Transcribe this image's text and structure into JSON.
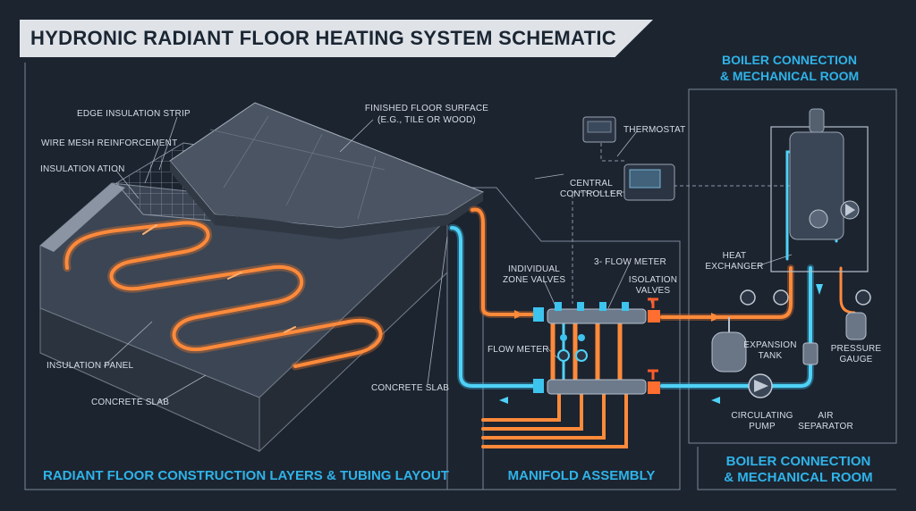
{
  "title": "HYDRONIC RADIANT FLOOR HEATING SYSTEM SCHEMATIC",
  "sections": {
    "left": "RADIANT FLOOR CONSTRUCTION LAYERS & TUBING LAYOUT",
    "middle": "MANIFOLD ASSEMBLY",
    "right_bottom_line1": "BOILER CONNECTION",
    "right_bottom_line2": "& MECHANICAL ROOM",
    "right_top_line1": "BOILER CONNECTION",
    "right_top_line2": "& MECHANICAL ROOM"
  },
  "labels": {
    "edge_insulation": "EDGE INSULATION STRIP",
    "wire_mesh": "WIRE MESH REINFORCEMENT",
    "insulation": "INSULATION ATION",
    "finished_floor_1": "FINISHED FLOOR SURFACE",
    "finished_floor_2": "(E.G., TILE OR WOOD)",
    "insulation_panel": "INSULATION PANEL",
    "concrete_slab_left": "CONCRETE SLAB",
    "concrete_slab_right": "CONCRETE SLAB",
    "thermostat": "THERMOSTAT",
    "central_controller_1": "CENTRAL",
    "central_controller_2": "CONTROLLER",
    "zone_valves_1": "INDIVIDUAL",
    "zone_valves_2": "ZONE VALVES",
    "flow_meter_top": "3- FLOW METER",
    "isolation_valves_1": "ISOLATION",
    "isolation_valves_2": "VALVES",
    "flow_meter": "FLOW METER",
    "heat_exchanger_1": "HEAT",
    "heat_exchanger_2": "EXCHANGER",
    "expansion_tank_1": "EXPANSION",
    "expansion_tank_2": "TANK",
    "pressure_gauge_1": "PRESSURE",
    "pressure_gauge_2": "GAUGE",
    "circulating_pump_1": "CIRCULATING",
    "circulating_pump_2": "PUMP",
    "air_separator_1": "AIR",
    "air_separator_2": "SEPARATOR"
  },
  "colors": {
    "background": "#1c2430",
    "hot_pipe": "#f0782a",
    "cold_pipe": "#3cc4ee",
    "accent": "#2fb3e8",
    "panel": "#2a3442",
    "outline": "#8a96a6"
  }
}
